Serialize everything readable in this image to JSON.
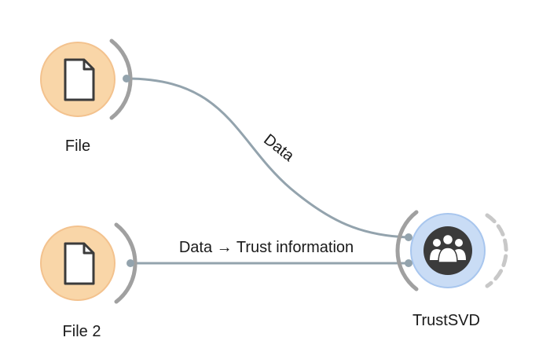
{
  "canvas": {
    "nodes": [
      {
        "id": "file",
        "label": "File",
        "icon": "document-icon",
        "color": "#f9d6a8",
        "ring": "#f3bd84"
      },
      {
        "id": "file2",
        "label": "File 2",
        "icon": "document-icon",
        "color": "#f9d6a8",
        "ring": "#f3bd84"
      },
      {
        "id": "trustsvd",
        "label": "TrustSVD",
        "icon": "users-icon",
        "color": "#c9dcf5",
        "ring": "#a8c6ee"
      }
    ],
    "links": [
      {
        "from": "File",
        "to": "TrustSVD",
        "label": "Data"
      },
      {
        "from": "File 2",
        "to": "TrustSVD",
        "label": "Data → Trust information"
      }
    ],
    "colors": {
      "link": "#93a3ad",
      "channel_arc": "#a0a0a0",
      "icon_dark": "#3b3b3b"
    }
  }
}
